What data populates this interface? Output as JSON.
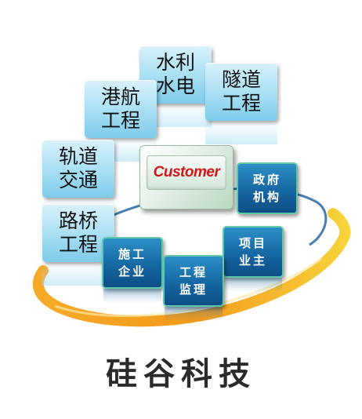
{
  "industries": [
    {
      "line1": "水利",
      "line2": "水电"
    },
    {
      "line1": "港航",
      "line2": "工程"
    },
    {
      "line1": "隧道",
      "line2": "工程"
    },
    {
      "line1": "轨道",
      "line2": "交通"
    },
    {
      "line1": "路桥",
      "line2": "工程"
    }
  ],
  "center": {
    "label": "Customer"
  },
  "stakeholders": [
    {
      "line1": "政府",
      "line2": "机构"
    },
    {
      "line1": "项目",
      "line2": "业主"
    },
    {
      "line1": "施工",
      "line2": "企业"
    },
    {
      "line1": "工程",
      "line2": "监理"
    }
  ],
  "company": {
    "name": "硅谷科技"
  },
  "colors": {
    "tile_light": "#a7def3",
    "tile_dark": "#14649f",
    "customer_text": "#d0171a",
    "orbit_orange": "#f39a1c",
    "orbit_yellow": "#f7d23a",
    "orbit_blue": "#1b5e9e"
  }
}
